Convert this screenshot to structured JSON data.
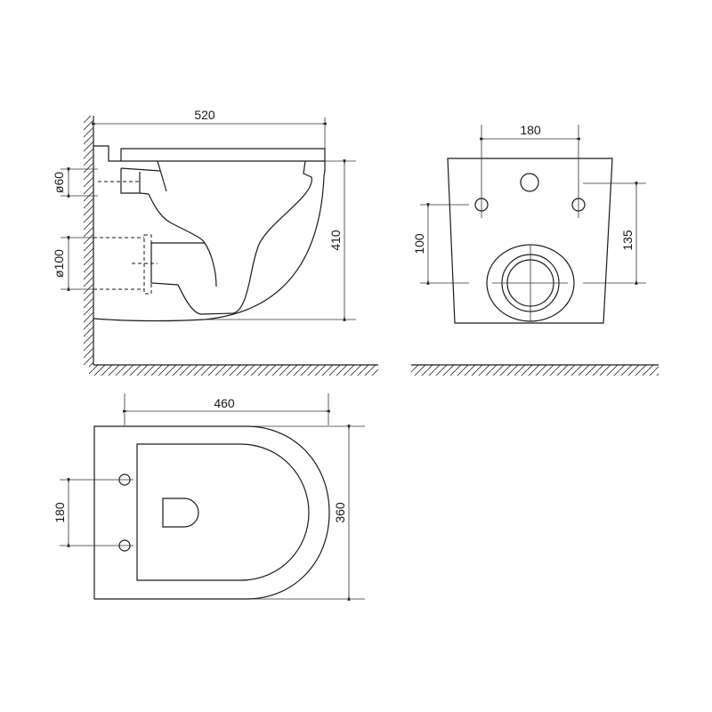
{
  "title": "Wall-hung toilet dimension drawing",
  "side_view": {
    "width_label": "520",
    "height_label": "410",
    "inlet_diameter_label": "ø60",
    "outlet_diameter_label": "ø100"
  },
  "front_view": {
    "bolt_spacing_label": "180",
    "outlet_height_label": "100",
    "inlet_height_label": "135"
  },
  "top_view": {
    "length_label": "460",
    "width_label": "360",
    "bolt_spacing_label": "180"
  },
  "colors": {
    "line": "#1a1a1a",
    "background": "#ffffff"
  }
}
